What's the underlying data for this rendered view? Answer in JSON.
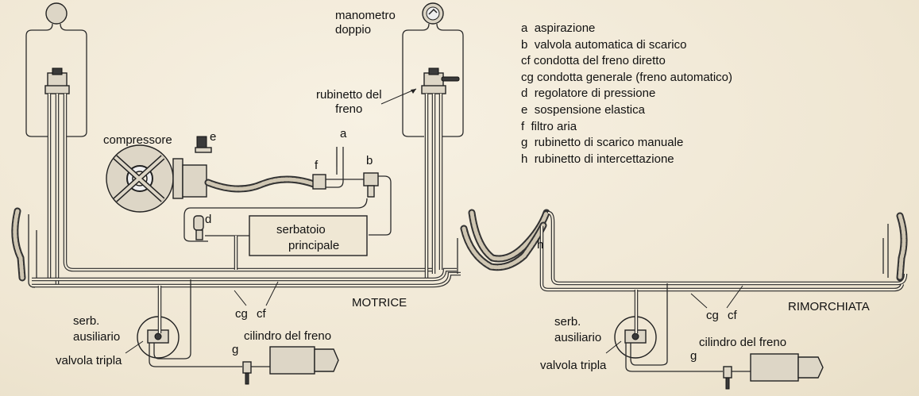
{
  "labels": {
    "manometro": "manometro\ndoppio",
    "manometro_line1": "manometro",
    "manometro_line2": "doppio",
    "rubinetto_line1": "rubinetto del",
    "rubinetto_line2": "freno",
    "compressore": "compressore",
    "e": "e",
    "a": "a",
    "b": "b",
    "f": "f",
    "d": "d",
    "h": "h",
    "serbatoio_line1": "serbatoio",
    "serbatoio_line2": "principale",
    "motrice": "MOTRICE",
    "rimorchiata": "RIMORCHIATA",
    "motrice_section": {
      "cg": "cg",
      "cf": "cf",
      "serb_line1": "serb.",
      "serb_line2": "ausiliario",
      "valvola": "valvola tripla",
      "cilindro": "cilindro del freno",
      "g": "g"
    },
    "rimorchiata_section": {
      "cg": "cg",
      "cf": "cf",
      "serb_line1": "serb.",
      "serb_line2": "ausiliario",
      "valvola": "valvola tripla",
      "cilindro": "cilindro del freno",
      "g": "g"
    }
  },
  "legend": [
    {
      "key": "a",
      "text": "aspirazione"
    },
    {
      "key": "b",
      "text": "valvola automatica di scarico"
    },
    {
      "key": "cf",
      "text": "condotta del freno diretto"
    },
    {
      "key": "cg",
      "text": "condotta generale (freno automatico)"
    },
    {
      "key": "d",
      "text": "regolatore di pressione"
    },
    {
      "key": "e",
      "text": "sospensione elastica"
    },
    {
      "key": "f",
      "text": "filtro aria"
    },
    {
      "key": "g",
      "text": "rubinetto di scarico manuale"
    },
    {
      "key": "h",
      "text": "rubinetto di intercettazione"
    }
  ]
}
